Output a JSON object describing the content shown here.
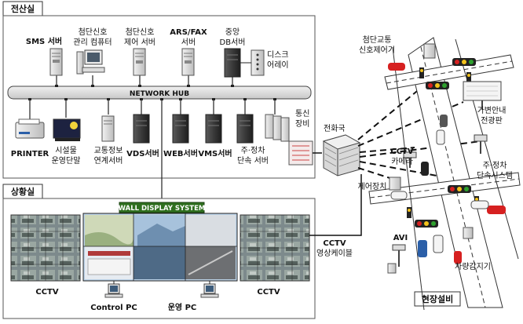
{
  "sections": {
    "server_room": "전산실",
    "control_room": "상황실",
    "field": "현장설비"
  },
  "server_room": {
    "top_devices": [
      {
        "label_lines": [
          "SMS 서버"
        ]
      },
      {
        "label_lines": [
          "첨단신호",
          "관리 컴퓨터"
        ]
      },
      {
        "label_lines": [
          "첨단신호",
          "제어 서버"
        ]
      },
      {
        "label_lines": [
          "ARS/FAX",
          "서버"
        ]
      },
      {
        "label_lines": [
          "중앙",
          "DB서버"
        ]
      }
    ],
    "disk_array": [
      "디스크",
      "어레이"
    ],
    "hub": "NETWORK HUB",
    "bottom_devices": [
      {
        "label_lines": [
          "PRINTER"
        ]
      },
      {
        "label_lines": [
          "시설물",
          "운영단말"
        ]
      },
      {
        "label_lines": [
          "교통정보",
          "연계서버"
        ]
      },
      {
        "label_lines": [
          "VDS서버"
        ]
      },
      {
        "label_lines": [
          "WEB서버"
        ]
      },
      {
        "label_lines": [
          "VMS서버"
        ]
      },
      {
        "label_lines": [
          "주·정차",
          "단속 서버"
        ]
      }
    ],
    "comm_equipment": [
      "통신",
      "장비"
    ]
  },
  "control_room": {
    "wall_display": "WALL DISPLAY SYSTEM",
    "cctv_left": "CCTV",
    "cctv_right": "CCTV",
    "control_pc": "Control PC",
    "ops_pc": "운영 PC"
  },
  "network": {
    "telephone_office": "전화국",
    "cctv_cable": [
      "CCTV",
      "영상케이블"
    ]
  },
  "field": {
    "signal_controller": [
      "첨단교통",
      "신호제어기"
    ],
    "cctv_camera": [
      "CCTV",
      "카메라"
    ],
    "control_unit": "제어장치",
    "vms": [
      "가변안내",
      "전광판"
    ],
    "parking_enforcement": [
      "주·정차",
      "단속시스템"
    ],
    "avi": "AVI",
    "vehicle_detector": "차량감지기"
  },
  "colors": {
    "wall_title_bg": "#2f6f1f",
    "hub_fill": "#dedede",
    "signal_red": "#d62020",
    "signal_yellow": "#f2c21b",
    "signal_green": "#2da02d"
  }
}
